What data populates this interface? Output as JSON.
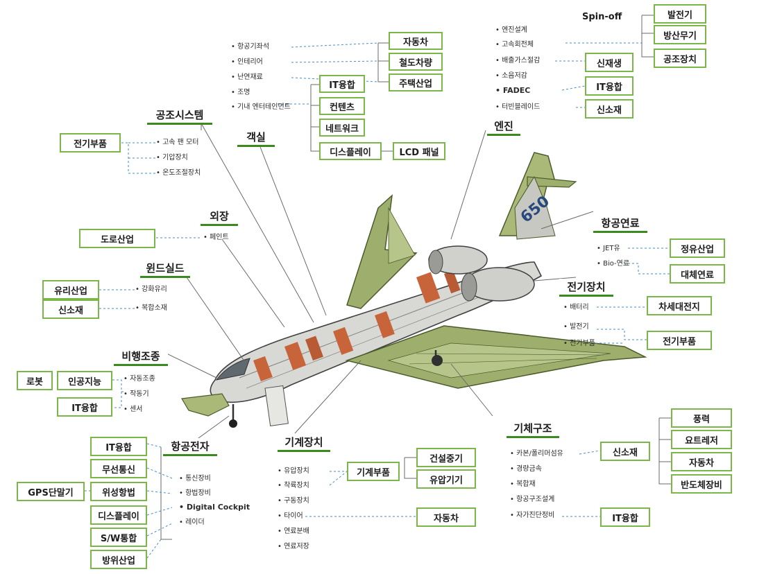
{
  "spinoff_label": "Spin-off",
  "colors": {
    "accent": "#7ab648",
    "accent_dark": "#3a8a1e",
    "fuselage": "#d8d8d4",
    "wing": "#9eae6c",
    "interior": "#c8643a"
  },
  "categories": {
    "gongjo": "공조시스템",
    "gaeksil": "객실",
    "oejang": "외장",
    "windshield": "윈드실드",
    "bihaeng": "비행조종",
    "hanggong_electronics": "항공전자",
    "gigye": "기계장치",
    "gichae": "기체구조",
    "engine": "엔진",
    "fuel": "항공연료",
    "electric": "전기장치"
  },
  "items": {
    "gongjo": [
      "고속 팬 모터",
      "기압장치",
      "온도조절장치"
    ],
    "gaeksil": [
      "항공기좌석",
      "인테리어",
      "난연재료",
      "조명",
      "기내 엔터테인먼트"
    ],
    "oejang": [
      "페인트"
    ],
    "windshield": [
      "강화유리",
      "복합소재"
    ],
    "bihaeng": [
      "자동조종",
      "작동기",
      "센서"
    ],
    "hanggong_electronics": [
      "통신장비",
      "항법장비",
      "Digital Cockpit",
      "레이더"
    ],
    "gigye": [
      "유압장치",
      "착륙장치",
      "구동장치",
      "타이어",
      "연료분배",
      "연료저장"
    ],
    "gichae": [
      "카본/폴리머섬유",
      "경량금속",
      "복합재",
      "항공구조설계",
      "자가진단정비"
    ],
    "engine": [
      "엔진설계",
      "고속회전체",
      "배출가스절감",
      "소음저감",
      "FADEC",
      "터빈블레이드"
    ],
    "fuel": [
      "JET유",
      "Bio-연료"
    ],
    "electric": [
      "배터리",
      "발전기",
      "전기부품"
    ]
  },
  "boxes": {
    "jeongi_bupum_left": "전기부품",
    "doro": "도로산업",
    "yuri": "유리산업",
    "sinsojae_left": "신소재",
    "robot": "로봇",
    "ai": "인공지능",
    "it_bihaeng": "IT융합",
    "it_avionics": "IT융합",
    "wireless": "무선통신",
    "gps": "GPS단말기",
    "satellite": "위성항법",
    "display_avionics": "디스플레이",
    "sw": "S/W통합",
    "defense": "방위산업",
    "car_cabin": "자동차",
    "rail": "철도차량",
    "housing": "주택산업",
    "it_cabin": "IT융합",
    "contents": "컨텐츠",
    "network": "네트워크",
    "display_cabin": "디스플레이",
    "lcd": "LCD 패널",
    "generator_top": "발전기",
    "defense_weapon": "방산무기",
    "machine_tool": "공조장치",
    "new_renewable": "신재생",
    "it_engine": "IT융합",
    "newmat_engine": "신소재",
    "refinery": "정유산업",
    "alt_fuel": "대체연료",
    "next_battery": "차세대전지",
    "elec_parts_right": "전기부품",
    "mech_parts": "기계부품",
    "construction": "건설중기",
    "hydraulic": "유압기기",
    "car_mech": "자동차",
    "newmat_struct": "신소재",
    "wind": "풍력",
    "yacht": "요트레저",
    "car_struct": "자동차",
    "semicon": "반도체장비",
    "it_struct": "IT융합"
  }
}
